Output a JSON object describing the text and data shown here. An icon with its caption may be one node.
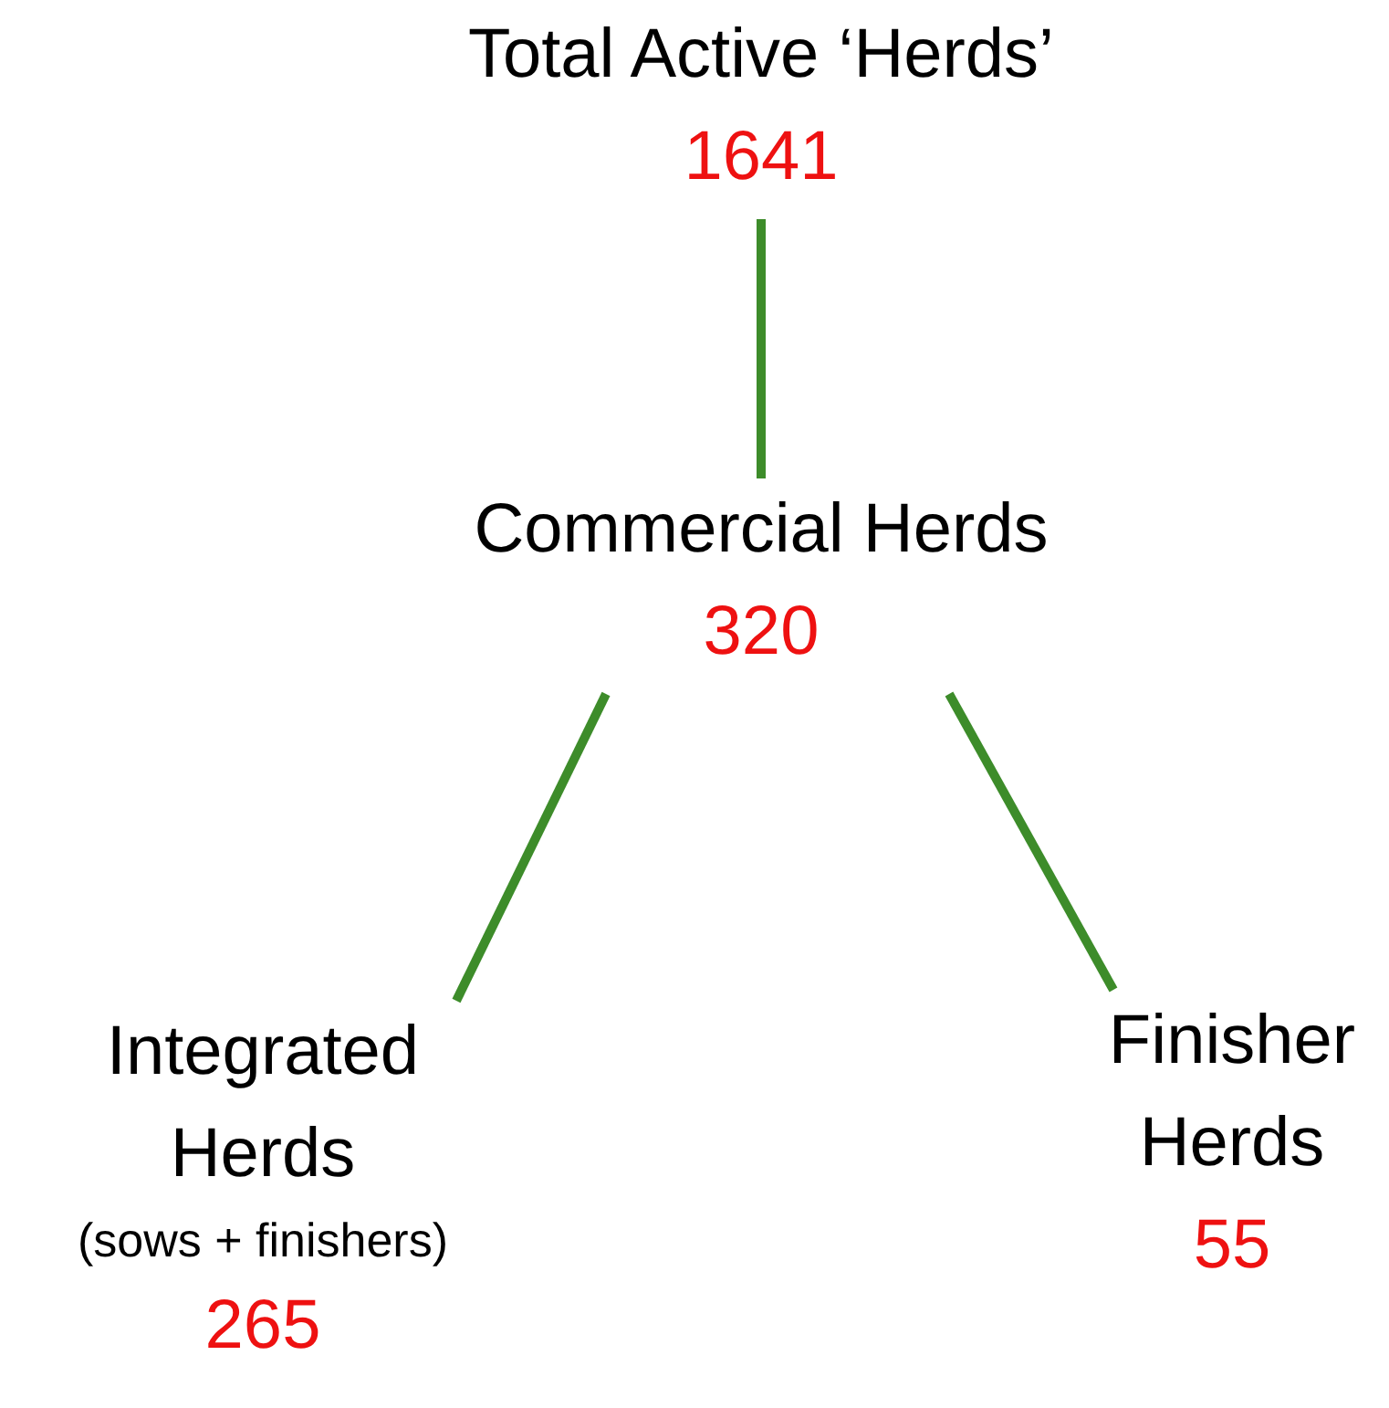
{
  "diagram": {
    "nodes": [
      {
        "text": [
          "Total Active ‘Herds’",
          "1641"
        ]
      },
      {
        "text": [
          "Commercial Herds",
          "320"
        ]
      },
      {
        "text": [
          "Integrated Herds",
          "(sows + finishers)",
          "265"
        ]
      },
      {
        "text": [
          "Finisher Herds",
          "55"
        ]
      }
    ],
    "edges": [
      {
        "from": 0,
        "to": 1,
        "arrow": "none",
        "color": "#3d8c2a"
      },
      {
        "from": 1,
        "to": 2,
        "arrow": "none",
        "color": "#3d8c2a"
      },
      {
        "from": 1,
        "to": 3,
        "arrow": "none",
        "color": "#3d8c2a"
      }
    ]
  }
}
